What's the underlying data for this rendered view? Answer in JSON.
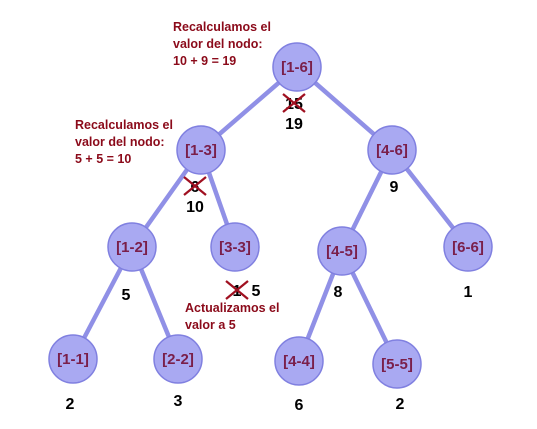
{
  "colors": {
    "node_fill": "#a9a9f2",
    "node_stroke": "#8080e0",
    "edge": "#9090e6",
    "node_text": "#7a1f4a",
    "note_text": "#8b0a1a",
    "strike": "#a01020"
  },
  "tree": {
    "nodes": [
      {
        "id": "1-6",
        "label": "[1-6]",
        "value": "19",
        "old_value": "15"
      },
      {
        "id": "1-3",
        "label": "[1-3]",
        "value": "10",
        "old_value": "6"
      },
      {
        "id": "4-6",
        "label": "[4-6]",
        "value": "9"
      },
      {
        "id": "1-2",
        "label": "[1-2]",
        "value": "5"
      },
      {
        "id": "3-3",
        "label": "[3-3]",
        "value": "5",
        "old_value": "1"
      },
      {
        "id": "4-5",
        "label": "[4-5]",
        "value": "8"
      },
      {
        "id": "6-6",
        "label": "[6-6]",
        "value": "1"
      },
      {
        "id": "1-1",
        "label": "[1-1]",
        "value": "2"
      },
      {
        "id": "2-2",
        "label": "[2-2]",
        "value": "3"
      },
      {
        "id": "4-4",
        "label": "[4-4]",
        "value": "6"
      },
      {
        "id": "5-5",
        "label": "[5-5]",
        "value": "2"
      }
    ],
    "edges": [
      [
        "1-6",
        "1-3"
      ],
      [
        "1-6",
        "4-6"
      ],
      [
        "1-3",
        "1-2"
      ],
      [
        "1-3",
        "3-3"
      ],
      [
        "4-6",
        "4-5"
      ],
      [
        "4-6",
        "6-6"
      ],
      [
        "1-2",
        "1-1"
      ],
      [
        "1-2",
        "2-2"
      ],
      [
        "4-5",
        "4-4"
      ],
      [
        "4-5",
        "5-5"
      ]
    ]
  },
  "notes": {
    "root": [
      "Recalculamos el",
      "valor del nodo:",
      "10 + 9 = 19"
    ],
    "left": [
      "Recalculamos el",
      "valor del nodo:",
      "5 + 5 = 10"
    ],
    "leaf": [
      "Actualizamos el",
      "valor a 5"
    ]
  }
}
